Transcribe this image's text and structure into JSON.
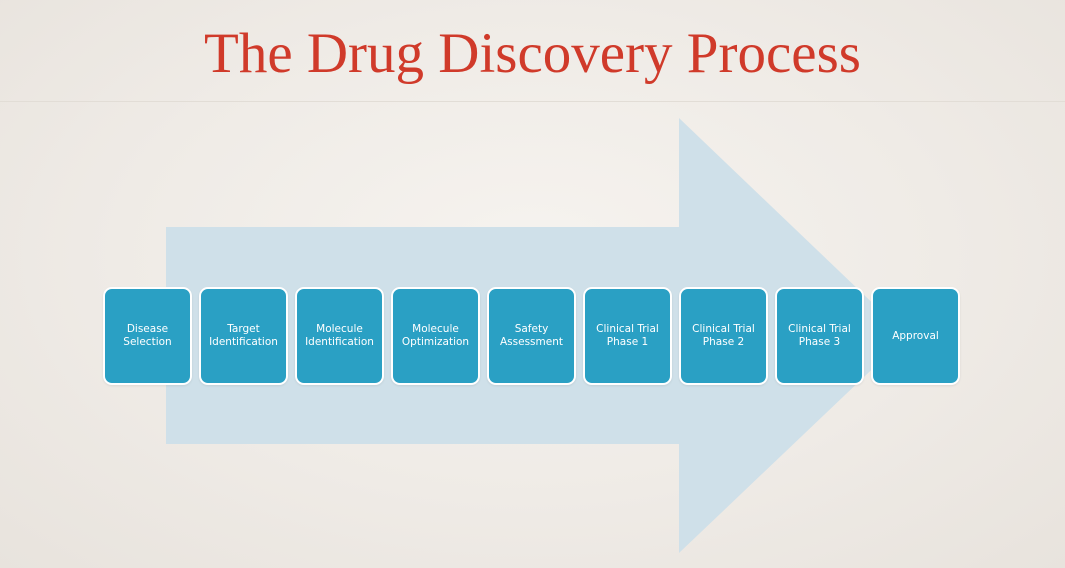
{
  "title": "The Drug Discovery Process",
  "colors": {
    "title": "#d03a2a",
    "arrow": "#cfe0e9",
    "step_fill": "#2aa0c4",
    "step_text": "#ffffff"
  },
  "steps": [
    {
      "label": "Disease\nSelection"
    },
    {
      "label": "Target\nIdentification"
    },
    {
      "label": "Molecule\nIdentification"
    },
    {
      "label": "Molecule\nOptimization"
    },
    {
      "label": "Safety\nAssessment"
    },
    {
      "label": "Clinical Trial\nPhase 1"
    },
    {
      "label": "Clinical Trial\nPhase 2"
    },
    {
      "label": "Clinical Trial\nPhase 3"
    },
    {
      "label": "Approval"
    }
  ]
}
